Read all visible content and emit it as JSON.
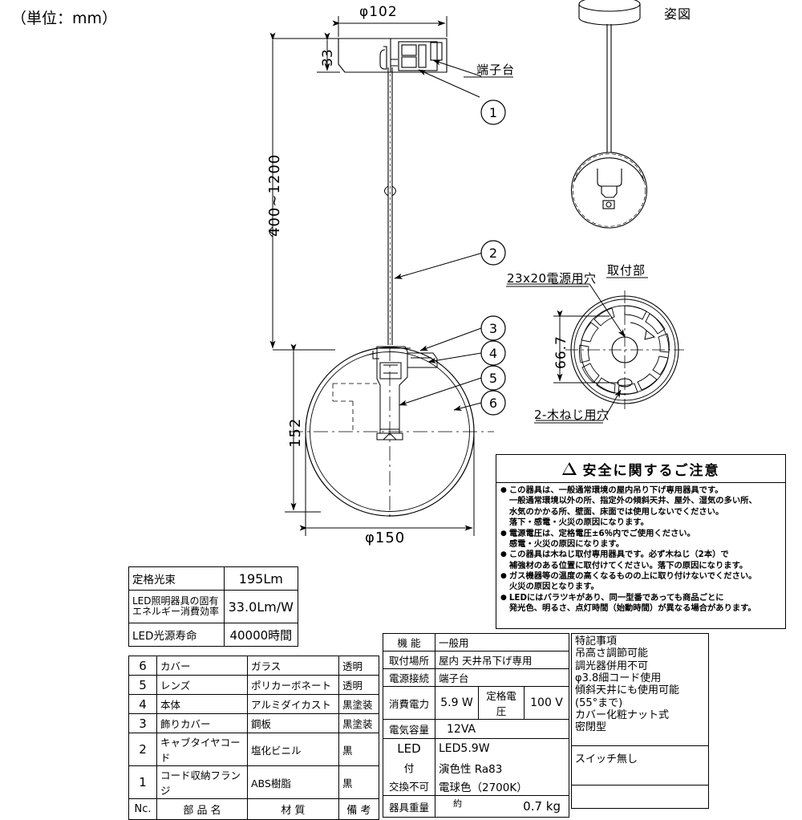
{
  "meta": {
    "unit_note": "（単位：mm）"
  },
  "views": {
    "appearance_label": "姿図",
    "mount_label": "取付部"
  },
  "dimensions": {
    "canopy_diameter": "φ102",
    "canopy_height": "33",
    "drop_range": "400~1200",
    "globe_height": "152",
    "globe_diameter": "φ150",
    "mount_hole_spacing": "66.7"
  },
  "annotations": {
    "terminal_block": "端子台",
    "power_hole": "23x20電源用穴",
    "wood_screw_holes": "2-木ねじ用穴"
  },
  "callouts": [
    "1",
    "2",
    "3",
    "4",
    "5",
    "6"
  ],
  "safety": {
    "title": "安全に関するご注意",
    "items": [
      [
        "この器具は、一般通常環境の屋内吊り下げ専用器具です。",
        "一般通常環境以外の所、指定外の傾斜天井、屋外、湿気の多い所、",
        "水気のかかる所、壁面、床面では使用しないでください。",
        "落下・感電・火災の原因になります。"
      ],
      [
        "電源電圧は、定格電圧±6％内でご使用ください。",
        "感電・火災の原因になります。"
      ],
      [
        "この器具は木ねじ取付専用器具です。必ず木ねじ（2本）で",
        "補強材のある位置に取付けてください。落下の原因になります。"
      ],
      [
        "ガス機器等の温度の高くなるものの上に取り付けないでください。",
        "火災の原因となります。"
      ],
      [
        "LEDにはバラツキがあり、同一型番であっても商品ごとに",
        "発光色、明るさ、点灯時間（始動時間）が異なる場合があります。"
      ]
    ]
  },
  "led_table": {
    "rows": [
      {
        "label": "定格光束",
        "value": "195Lm"
      },
      {
        "label": "LED照明器具の固有\nエネルギー消費効率",
        "value": "33.0Lm/W"
      },
      {
        "label": "LED光源寿命",
        "value": "40000時間"
      }
    ]
  },
  "parts_table": {
    "header": {
      "no": "Nc.",
      "name": "部 品 名",
      "material": "材    質",
      "remarks": "備      考"
    },
    "rows": [
      {
        "no": "6",
        "name": "カバー",
        "material": "ガラス",
        "remarks": "透明"
      },
      {
        "no": "5",
        "name": "レンズ",
        "material": "ポリカーボネート",
        "remarks": "透明"
      },
      {
        "no": "4",
        "name": "本体",
        "material": "アルミダイカスト",
        "remarks": "黒塗装"
      },
      {
        "no": "3",
        "name": "飾りカバー",
        "material": "鋼板",
        "remarks": "黒塗装"
      },
      {
        "no": "2",
        "name": "キャブタイヤコード",
        "material": "塩化ビニル",
        "remarks": "黒"
      },
      {
        "no": "1",
        "name": "コード収納フランジ",
        "material": "ABS樹脂",
        "remarks": "黒"
      }
    ]
  },
  "spec_table": {
    "function_label": "機    能",
    "function_value": "一般用",
    "location_label": "取付場所",
    "location_value": "屋内  天井吊下げ専用",
    "power_conn_label": "電源接続",
    "power_conn_value": "端子台",
    "consumption_label": "消費電力",
    "consumption_value": "5.9 W",
    "rated_voltage_label": "定格電圧",
    "rated_voltage_value": "100 V",
    "capacity_label": "電気容量",
    "capacity_value": "12VA",
    "led_label_1": "LED",
    "led_label_2": "付",
    "led_label_3": "交換不可",
    "led_value_1": "LED5.9W",
    "led_value_2": "演色性  Ra83",
    "led_value_3": "電球色（2700K）",
    "weight_label": "器具重量",
    "weight_approx": "約",
    "weight_value": "0.7  kg"
  },
  "notes": {
    "title": "特記事項",
    "lines": [
      "吊高さ調節可能",
      "調光器併用不可",
      "φ3.8細コード使用",
      "傾斜天井にも使用可能",
      "(55°まで)",
      "カバー化粧ナット式",
      "密閉型"
    ],
    "switch_note": "スイッチ無し",
    "empty_note": ""
  }
}
